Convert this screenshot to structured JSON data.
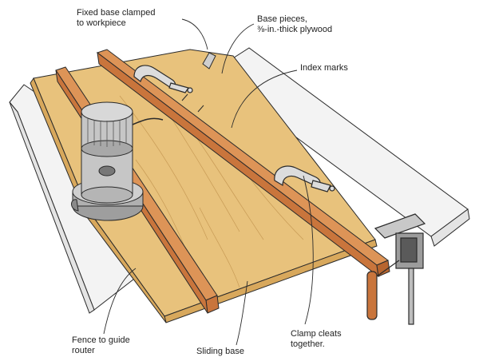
{
  "labels": {
    "fixed_base": [
      "Fixed base clamped",
      "to workpiece"
    ],
    "base_pieces": [
      "Base pieces,",
      "⅜-in.-thick plywood"
    ],
    "index_marks": "Index marks",
    "fence": [
      "Fence to guide",
      "router"
    ],
    "sliding_base": "Sliding base",
    "clamp_cleats": [
      "Clamp cleats",
      "together."
    ]
  },
  "colors": {
    "plywood": "#e8c27c",
    "plywood_shade": "#d8a85c",
    "fence_wood": "#c9753c",
    "fence_top": "#dd9457",
    "table": "#f4f4f4",
    "ink": "#2a2a2a",
    "router_gray": "#bdbdbd"
  }
}
